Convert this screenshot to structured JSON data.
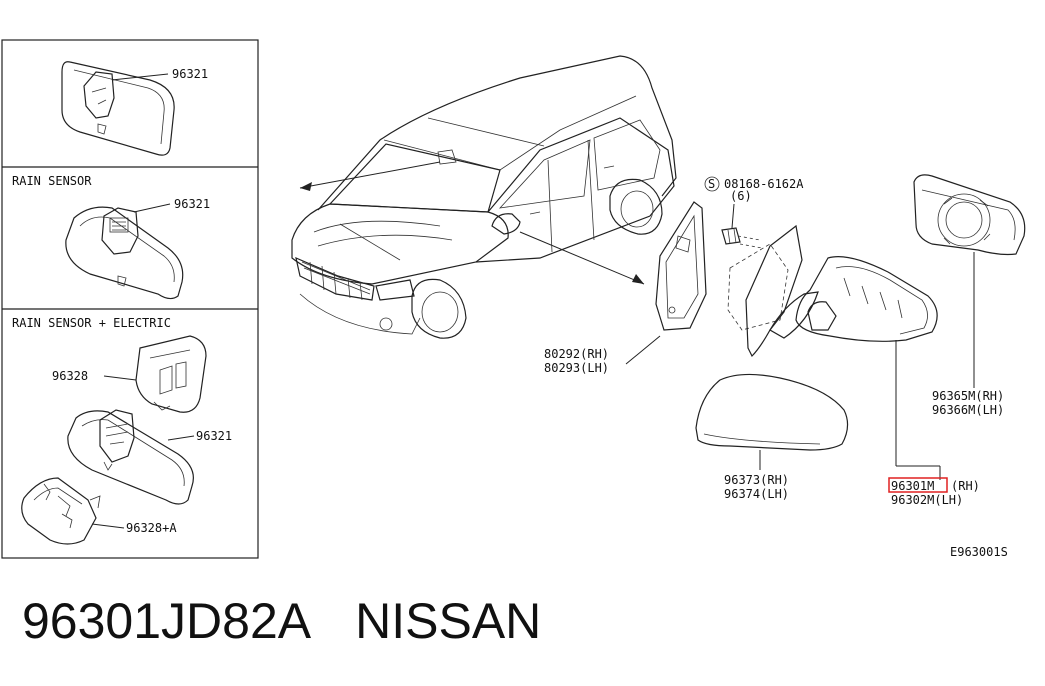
{
  "panels": {
    "panel1": {
      "label": "",
      "part": "96321"
    },
    "panel2": {
      "label": "RAIN SENSOR",
      "part": "96321"
    },
    "panel3": {
      "label": "RAIN SENSOR + ELECTRIC",
      "parts": [
        "96328",
        "96321",
        "96328+A"
      ]
    }
  },
  "screw": {
    "code": "08168-6162A",
    "qty": "(6)"
  },
  "labels": {
    "p80292": "80292(RH)",
    "p80293": "80293(LH)",
    "p96365": "96365M(RH)",
    "p96366": "96366M(LH)",
    "p96373": "96373(RH)",
    "p96374": "96374(LH)",
    "p96301": "96301M",
    "p96301_side": "(RH)",
    "p96302": "96302M(LH)"
  },
  "diagram_code": "E963001S",
  "highlight_color": "#e02020",
  "footer": {
    "part_number": "96301JD82A",
    "brand": "NISSAN"
  }
}
